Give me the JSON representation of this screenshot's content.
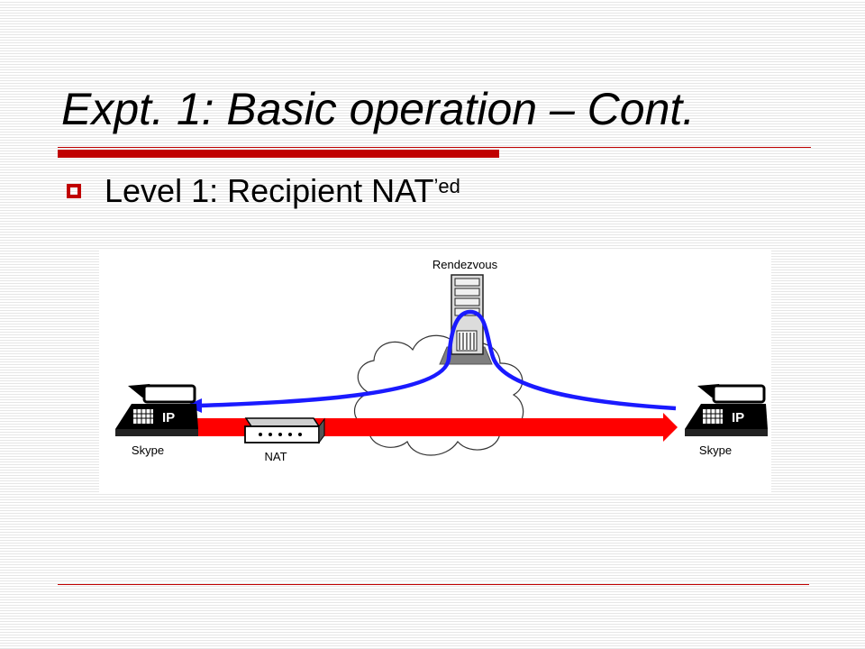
{
  "slide": {
    "title": "Expt. 1: Basic operation – Cont.",
    "bullet": {
      "text": "Level 1: Recipient NAT",
      "suffix": "’ed"
    }
  },
  "diagram": {
    "rendezvous_label": "Rendezvous",
    "nat_label": "NAT",
    "left_phone": {
      "screen_label": "IP",
      "caption": "Skype"
    },
    "right_phone": {
      "screen_label": "IP",
      "caption": "Skype"
    }
  },
  "colors": {
    "accent_red": "#c00000",
    "direct_path_red": "#ff0000",
    "relay_path_blue": "#1a1aff"
  }
}
